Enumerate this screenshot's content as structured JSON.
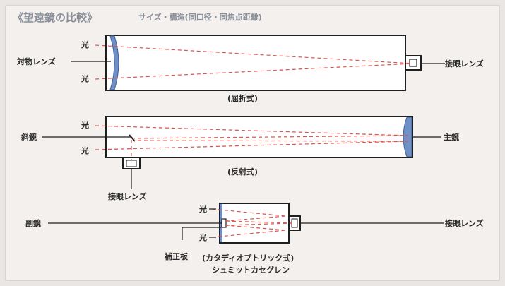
{
  "title": {
    "main": "《望遠鏡の比較》",
    "subtitle": "サイズ・構造(同口径・同焦点距離)"
  },
  "refractor": {
    "caption": "(屈折式)",
    "label_objective": "対物レンズ",
    "label_light_top": "光",
    "label_light_bottom": "光",
    "label_eyepiece": "接眼レンズ"
  },
  "reflector": {
    "caption": "(反射式)",
    "label_diagonal": "斜鏡",
    "label_light_top": "光",
    "label_light_bottom": "光",
    "label_primary": "主鏡",
    "label_eyepiece": "接眼レンズ"
  },
  "catadioptric": {
    "caption_line1": "(カタディオプトリック式)",
    "caption_line2": "シュミットカセグレン",
    "label_secondary": "副鏡",
    "label_light_top": "光",
    "label_light_bottom": "光",
    "label_corrector": "補正板",
    "label_eyepiece": "接眼レンズ"
  },
  "colors": {
    "lens_blue": "#6f8fc7",
    "ray_red": "#d9534f",
    "title_gray": "#8a8f99"
  }
}
